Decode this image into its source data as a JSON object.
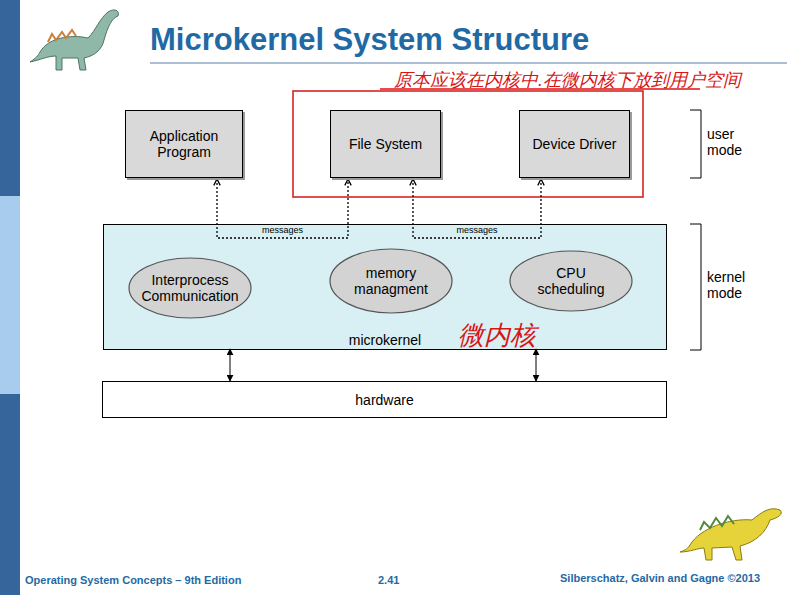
{
  "diagram": {
    "title": "Microkernel System Structure",
    "nodes": [
      {
        "text": [
          "Application Program"
        ]
      },
      {
        "text": [
          "File System"
        ]
      },
      {
        "text": [
          "Device Driver"
        ]
      },
      {
        "text": [
          "microkernel"
        ]
      },
      {
        "text": [
          "Interprocess Communication"
        ],
        "in": 3
      },
      {
        "text": [
          "memory managment"
        ],
        "in": 3
      },
      {
        "text": [
          "CPU scheduling"
        ],
        "in": 3
      },
      {
        "text": [
          "hardware"
        ]
      }
    ],
    "edges": [
      {
        "from": 0,
        "to": 1,
        "arrow": "both",
        "label": "messages"
      },
      {
        "from": 1,
        "to": 2,
        "arrow": "both",
        "label": "messages"
      },
      {
        "from": 3,
        "to": 7,
        "arrow": "both"
      },
      {
        "from": 3,
        "to": 7,
        "arrow": "both"
      }
    ],
    "labels": [
      "原本应该在内核中.在微内核下放到用户空间",
      "user mode",
      "kernel mode",
      "微内核",
      "Operating System Concepts – 9th Edition",
      "2.41",
      "Silberschatz, Galvin and Gagne ©2013"
    ]
  }
}
